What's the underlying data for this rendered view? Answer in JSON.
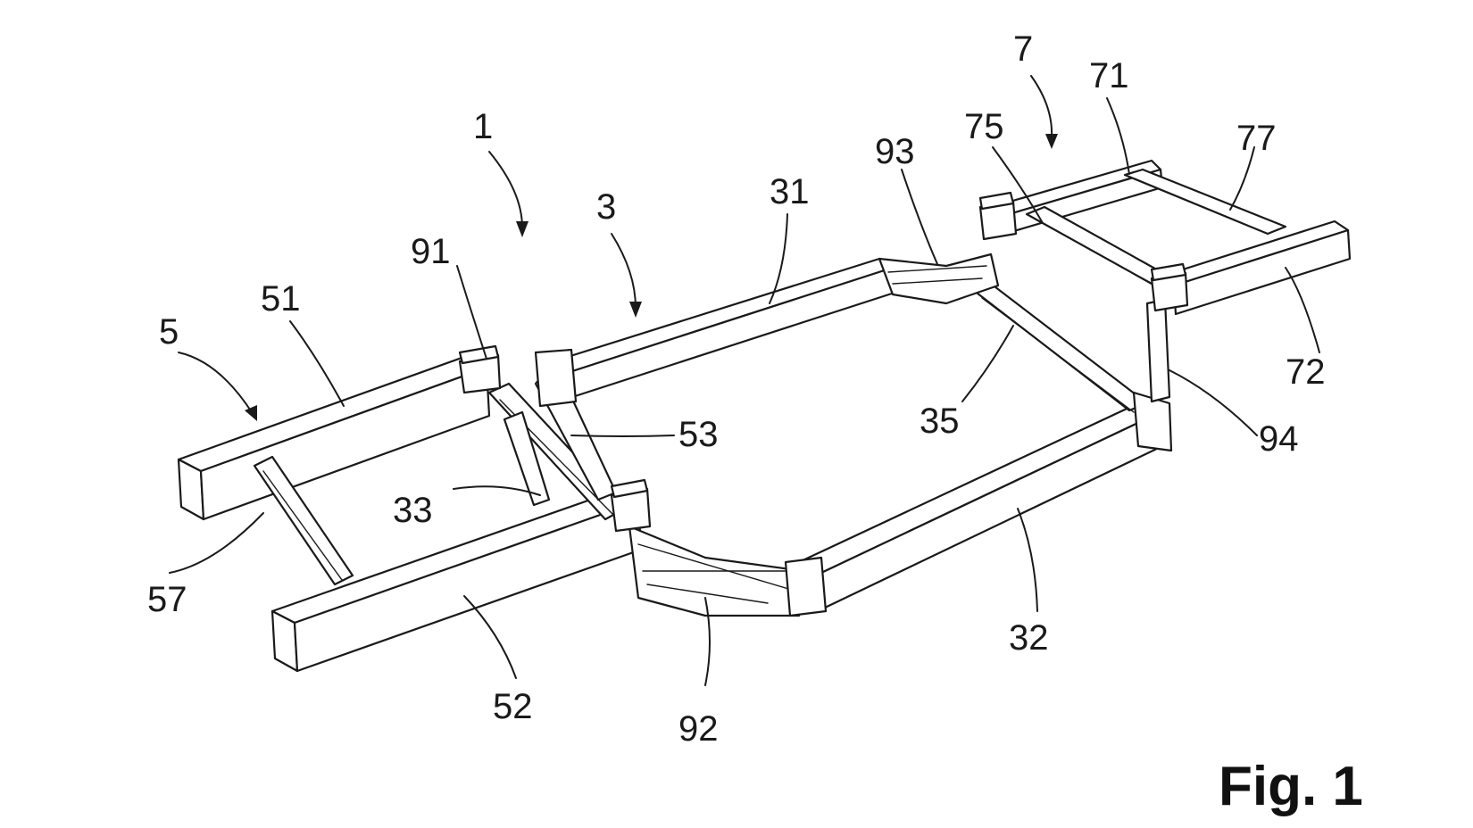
{
  "figure": {
    "caption": "Fig. 1"
  },
  "reference_numerals": [
    {
      "id": "r1",
      "text": "1"
    },
    {
      "id": "r3",
      "text": "3"
    },
    {
      "id": "r5",
      "text": "5"
    },
    {
      "id": "r7",
      "text": "7"
    },
    {
      "id": "r31",
      "text": "31"
    },
    {
      "id": "r32",
      "text": "32"
    },
    {
      "id": "r33",
      "text": "33"
    },
    {
      "id": "r35",
      "text": "35"
    },
    {
      "id": "r51",
      "text": "51"
    },
    {
      "id": "r52",
      "text": "52"
    },
    {
      "id": "r53",
      "text": "53"
    },
    {
      "id": "r57",
      "text": "57"
    },
    {
      "id": "r71",
      "text": "71"
    },
    {
      "id": "r72",
      "text": "72"
    },
    {
      "id": "r75",
      "text": "75"
    },
    {
      "id": "r77",
      "text": "77"
    },
    {
      "id": "r91",
      "text": "91"
    },
    {
      "id": "r92",
      "text": "92"
    },
    {
      "id": "r93",
      "text": "93"
    },
    {
      "id": "r94",
      "text": "94"
    }
  ]
}
